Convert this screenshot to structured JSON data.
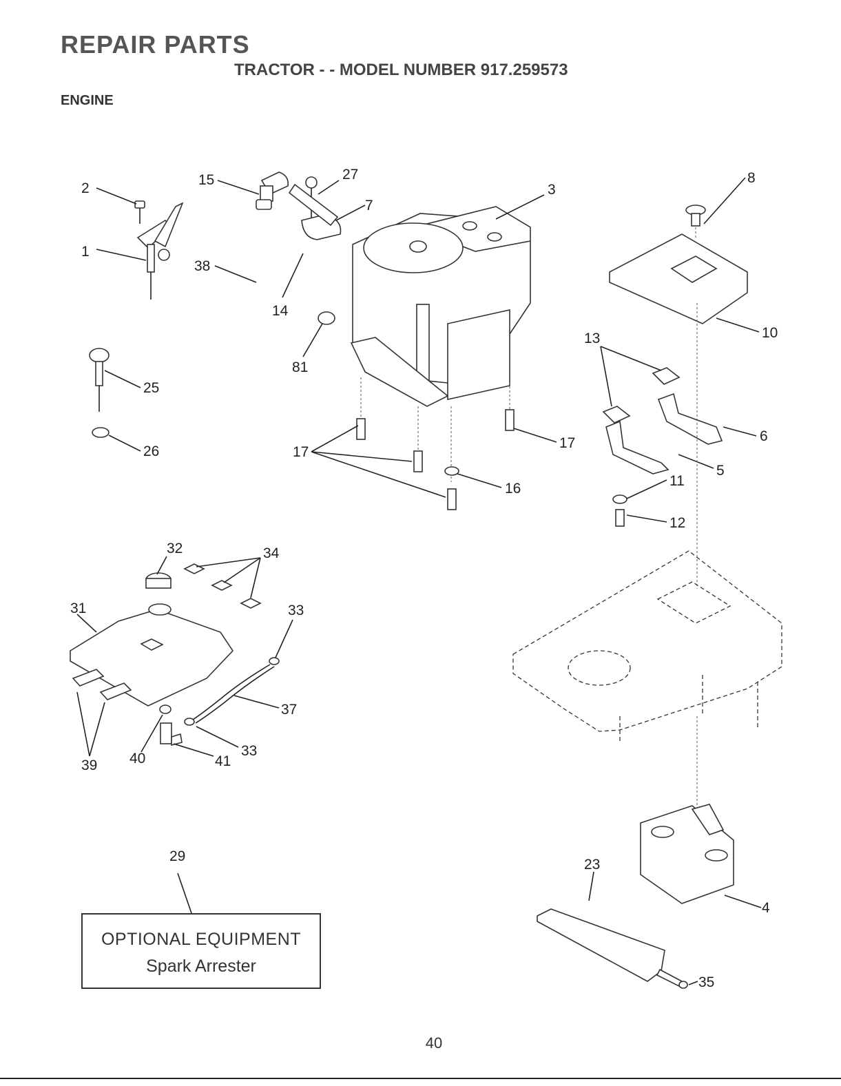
{
  "header": {
    "title": "REPAIR PARTS",
    "subtitle": "TRACTOR - - MODEL NUMBER 917.259573",
    "section": "ENGINE"
  },
  "optional_box": {
    "title": "OPTIONAL EQUIPMENT",
    "subtitle": "Spark Arrester"
  },
  "page_number": "40",
  "callouts": {
    "c1": "1",
    "c2": "2",
    "c3": "3",
    "c4": "4",
    "c5": "5",
    "c6": "6",
    "c7": "7",
    "c8": "8",
    "c10": "10",
    "c11": "11",
    "c12": "12",
    "c13": "13",
    "c14": "14",
    "c15": "15",
    "c16": "16",
    "c17a": "17",
    "c17b": "17",
    "c23": "23",
    "c25": "25",
    "c26": "26",
    "c27": "27",
    "c29": "29",
    "c31": "31",
    "c32": "32",
    "c33a": "33",
    "c33b": "33",
    "c34": "34",
    "c35": "35",
    "c37": "37",
    "c38": "38",
    "c39": "39",
    "c40": "40",
    "c41": "41",
    "c81": "81"
  }
}
